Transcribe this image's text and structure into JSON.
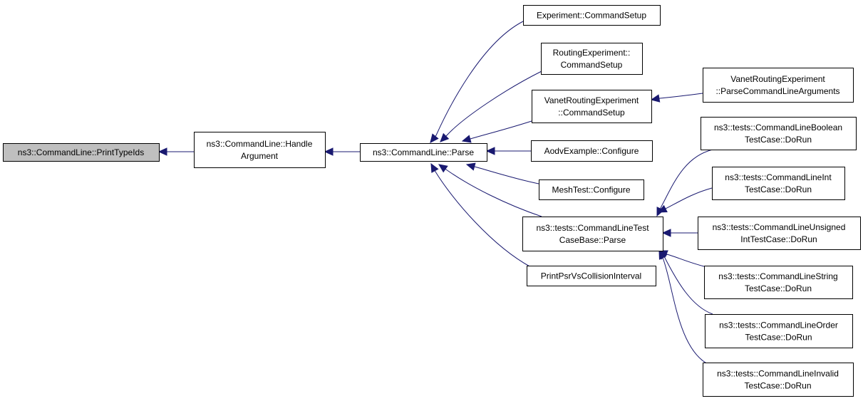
{
  "graph": {
    "edge_color": "#191970",
    "highlight_fill": "#bfbfbf",
    "nodes": {
      "print_type_ids": [
        "ns3::CommandLine::PrintTypeIds"
      ],
      "handle_argument": [
        "ns3::CommandLine::Handle",
        "Argument"
      ],
      "parse": [
        "ns3::CommandLine::Parse"
      ],
      "experiment_command_setup": [
        "Experiment::CommandSetup"
      ],
      "routing_experiment_command_setup": [
        "RoutingExperiment::",
        "CommandSetup"
      ],
      "vanet_routing_experiment_command_setup": [
        "VanetRoutingExperiment",
        "::CommandSetup"
      ],
      "vanet_parse_command_line_arguments": [
        "VanetRoutingExperiment",
        "::ParseCommandLineArguments"
      ],
      "aodv_example_configure": [
        "AodvExample::Configure"
      ],
      "mesh_test_configure": [
        "MeshTest::Configure"
      ],
      "command_line_test_case_base_parse": [
        "ns3::tests::CommandLineTest",
        "CaseBase::Parse"
      ],
      "print_psr_vs_collision_interval": [
        "PrintPsrVsCollisionInterval"
      ],
      "command_line_boolean_do_run": [
        "ns3::tests::CommandLineBoolean",
        "TestCase::DoRun"
      ],
      "command_line_int_do_run": [
        "ns3::tests::CommandLineInt",
        "TestCase::DoRun"
      ],
      "command_line_unsigned_do_run": [
        "ns3::tests::CommandLineUnsigned",
        "IntTestCase::DoRun"
      ],
      "command_line_string_do_run": [
        "ns3::tests::CommandLineString",
        "TestCase::DoRun"
      ],
      "command_line_order_do_run": [
        "ns3::tests::CommandLineOrder",
        "TestCase::DoRun"
      ],
      "command_line_invalid_do_run": [
        "ns3::tests::CommandLineInvalid",
        "TestCase::DoRun"
      ]
    }
  }
}
